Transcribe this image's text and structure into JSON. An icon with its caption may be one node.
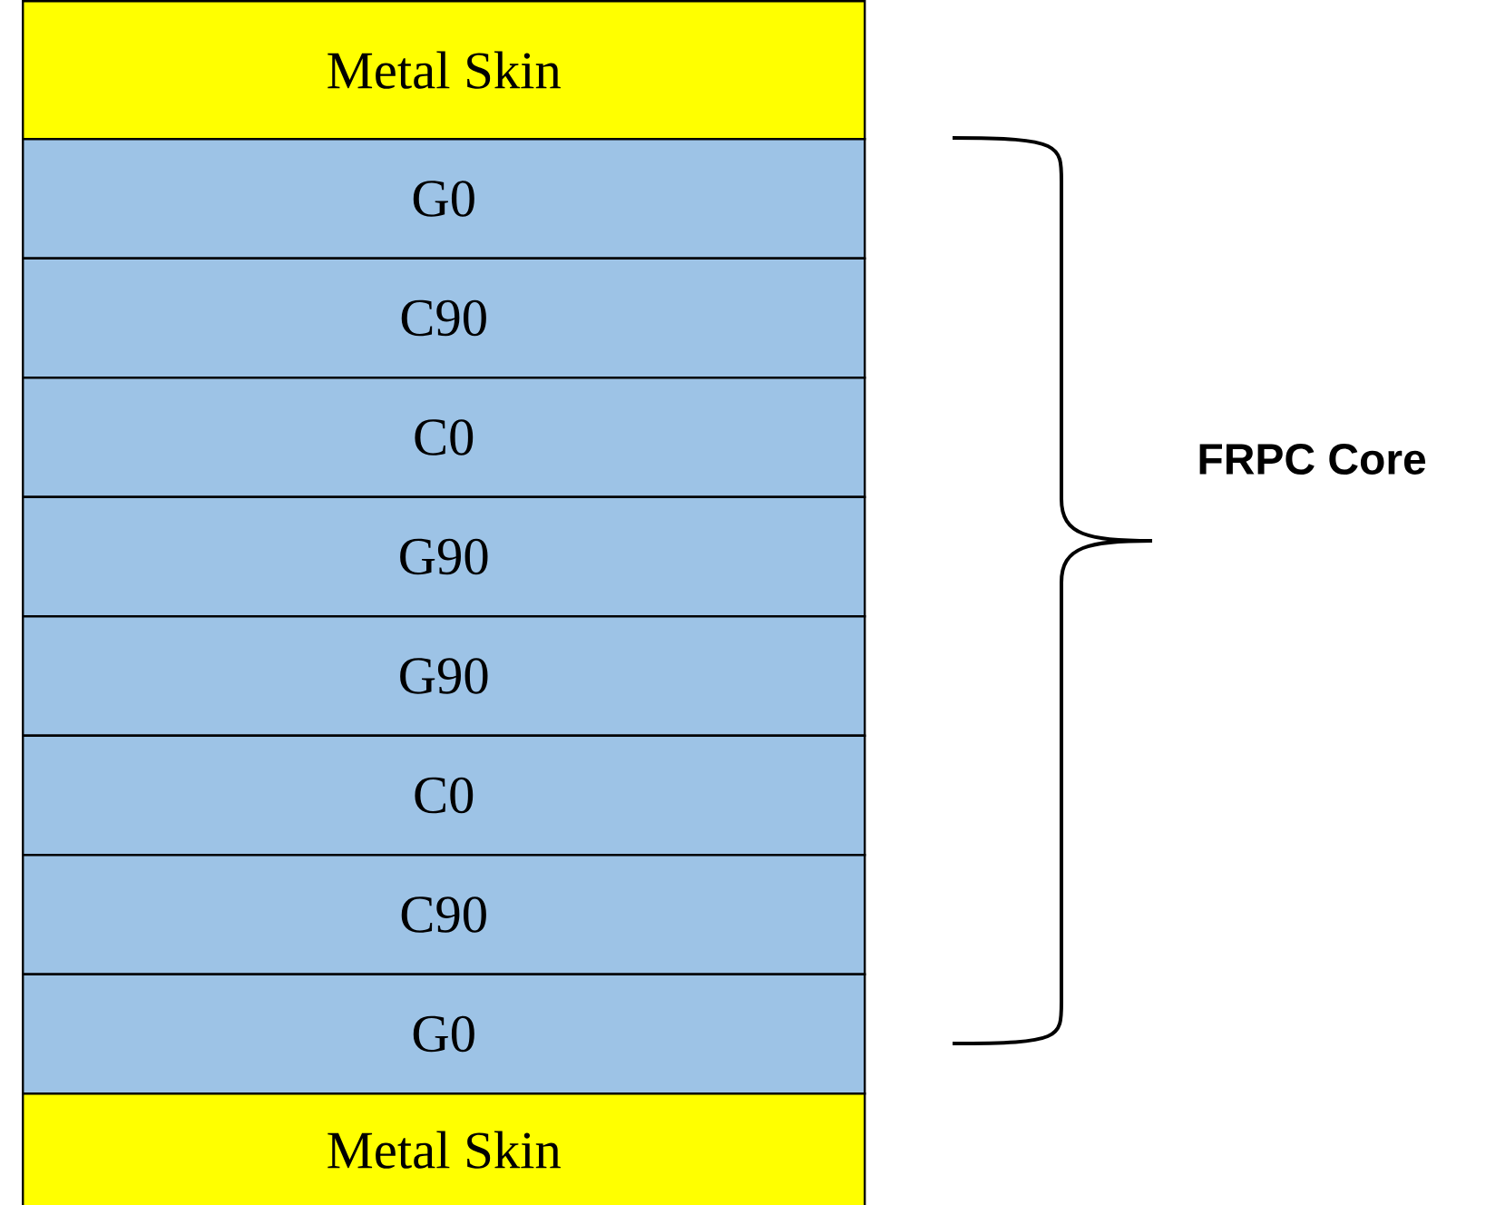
{
  "diagram": {
    "nodes": [
      {
        "text": [
          "Metal Skin"
        ]
      },
      {
        "text": [
          "G0"
        ]
      },
      {
        "text": [
          "C90"
        ]
      },
      {
        "text": [
          "C0"
        ]
      },
      {
        "text": [
          "G90"
        ]
      },
      {
        "text": [
          "G90"
        ]
      },
      {
        "text": [
          "C0"
        ]
      },
      {
        "text": [
          "C90"
        ]
      },
      {
        "text": [
          "G0"
        ]
      },
      {
        "text": [
          "Metal Skin"
        ]
      }
    ],
    "labels": [
      "FRPC Core"
    ]
  }
}
